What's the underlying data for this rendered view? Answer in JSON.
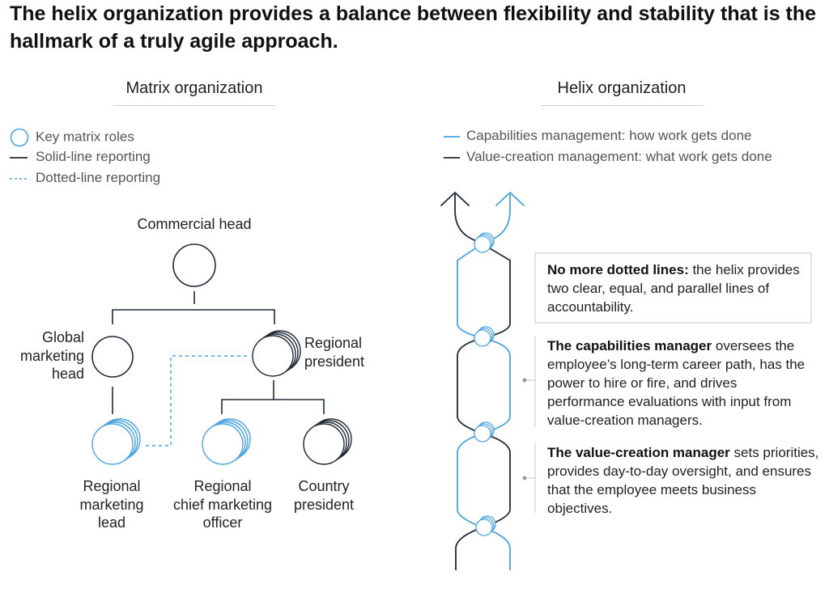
{
  "title": "The helix organization provides a balance between flexibility and stability that is the hallmark of a truly agile approach.",
  "matrix": {
    "heading": "Matrix organization",
    "legend": [
      {
        "icon": "circle-icon",
        "text": "Key matrix roles"
      },
      {
        "icon": "solid-line-icon",
        "text": "Solid-line reporting"
      },
      {
        "icon": "dotted-line-icon",
        "text": "Dotted-line reporting"
      }
    ],
    "nodes": {
      "commercial_head": "Commercial head",
      "global_marketing_head": [
        "Global",
        "marketing",
        "head"
      ],
      "regional_president": [
        "Regional",
        "president"
      ],
      "regional_marketing_lead": [
        "Regional",
        "marketing",
        "lead"
      ],
      "regional_cmo": [
        "Regional",
        "chief marketing",
        "officer"
      ],
      "country_president": [
        "Country",
        "president"
      ]
    }
  },
  "helix": {
    "heading": "Helix organization",
    "legend": [
      {
        "icon": "blue-line-icon",
        "text": "Capabilities management: how work gets done"
      },
      {
        "icon": "dark-line-icon",
        "text": "Value-creation management: what work gets done"
      }
    ],
    "callouts": [
      {
        "bold": "No more dotted lines:",
        "rest": " the helix provides two clear, equal, and parallel lines of accountability."
      },
      {
        "bold": "The capabilities manager",
        "rest": " oversees the employee’s long-term career path, has the power to hire or fire, and drives performance evaluations with input from value-creation managers."
      },
      {
        "bold": "The value-creation manager",
        "rest": " sets priorities, provides day-to-day oversight, and ensures that the employee meets business objectives."
      }
    ]
  },
  "colors": {
    "blue": "#4aa3df",
    "dark": "#1e2a38",
    "gray": "#9a9a9a"
  }
}
